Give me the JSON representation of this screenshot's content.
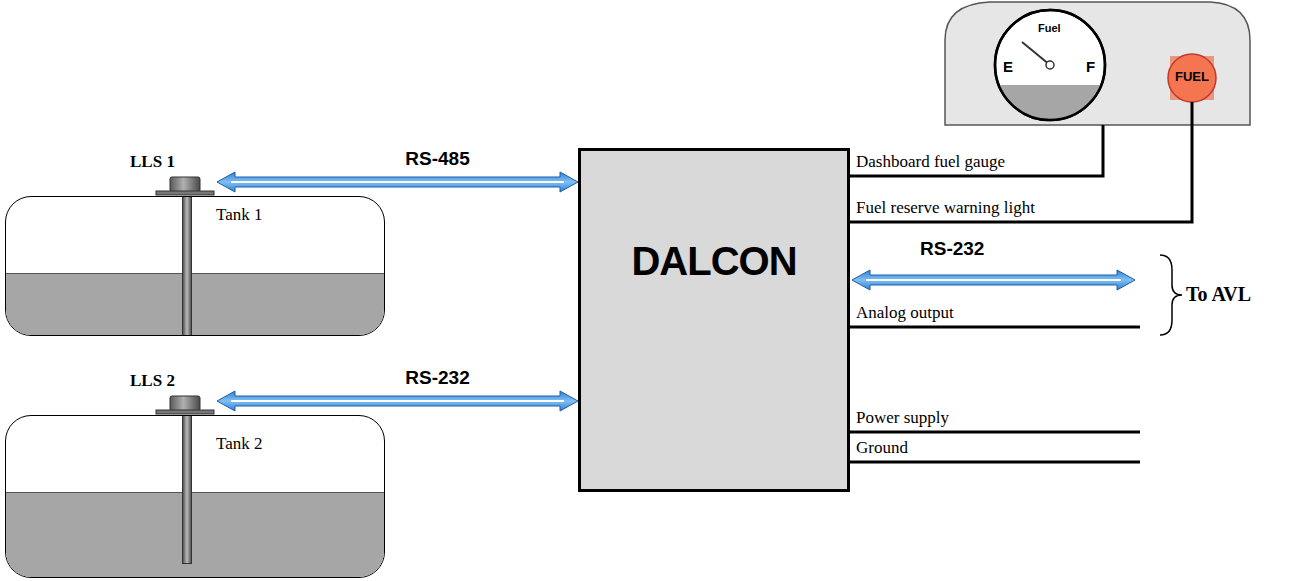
{
  "diagram": {
    "nodes": [
      {
        "text": [
          "LLS 1"
        ]
      },
      {
        "text": [
          "Tank 1"
        ]
      },
      {
        "text": [
          "LLS 2"
        ]
      },
      {
        "text": [
          "Tank 2"
        ]
      },
      {
        "text": [
          "DALCON"
        ]
      }
    ],
    "edges": [
      {
        "from": 0,
        "to": 4,
        "label": "RS-485",
        "arrow": "both"
      },
      {
        "from": 2,
        "to": 4,
        "label": "RS-232",
        "arrow": "both"
      }
    ],
    "labels": [
      "Fuel",
      "E",
      "F",
      "FUEL",
      "Dashboard fuel gauge",
      "Fuel reserve warning light",
      "RS-232",
      "Analog output",
      "To AVL",
      "Power supply",
      "Ground"
    ]
  }
}
